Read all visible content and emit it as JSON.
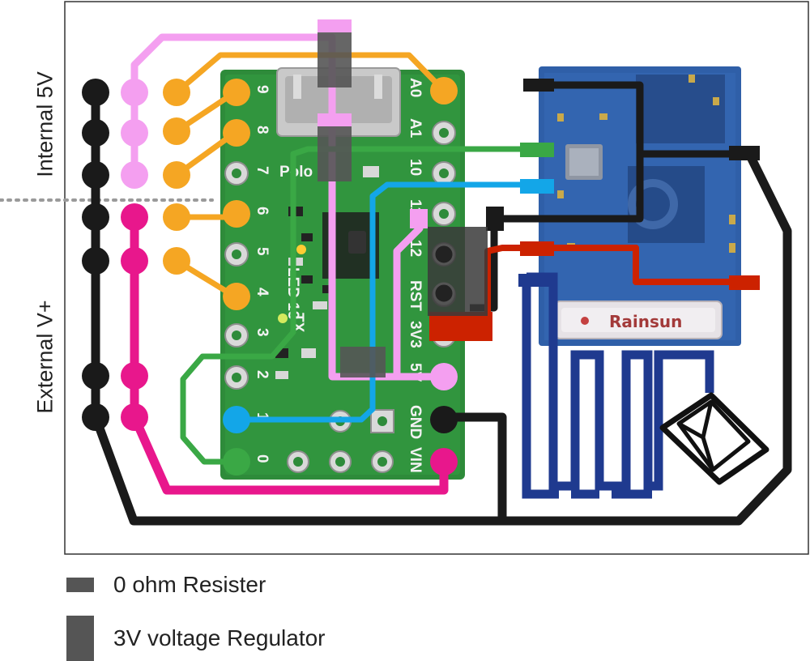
{
  "labels": {
    "internal": "Internal 5V",
    "external": "External V+"
  },
  "board_pins": {
    "left": [
      "9",
      "8",
      "7",
      "6",
      "5",
      "4",
      "3",
      "2",
      "1",
      "0"
    ],
    "right": [
      "A0",
      "A1",
      "10",
      "11",
      "12",
      "RST",
      "3V3",
      "5V",
      "GND",
      "VIN"
    ]
  },
  "board_marks": {
    "led": "LED 13",
    "tx": "TX",
    "brand": "Polo"
  },
  "module": {
    "chip_label": "Rainsun"
  },
  "legend": {
    "resistor": "0 ohm Resister",
    "regulator": "3V voltage Regulator"
  },
  "colors": {
    "black_trace": "#1a1a1a",
    "light_pink_trace": "#f49ff0",
    "orange_trace": "#f5a623",
    "magenta_trace": "#e8178c",
    "green_trace": "#3aa845",
    "blue_trace": "#13a6e8",
    "red_trace": "#cc2200",
    "antenna": "#1f3a8f",
    "pcb_green": "#2e8b3a",
    "module_blue": "#2f5fa8",
    "component_gray": "#555555"
  }
}
